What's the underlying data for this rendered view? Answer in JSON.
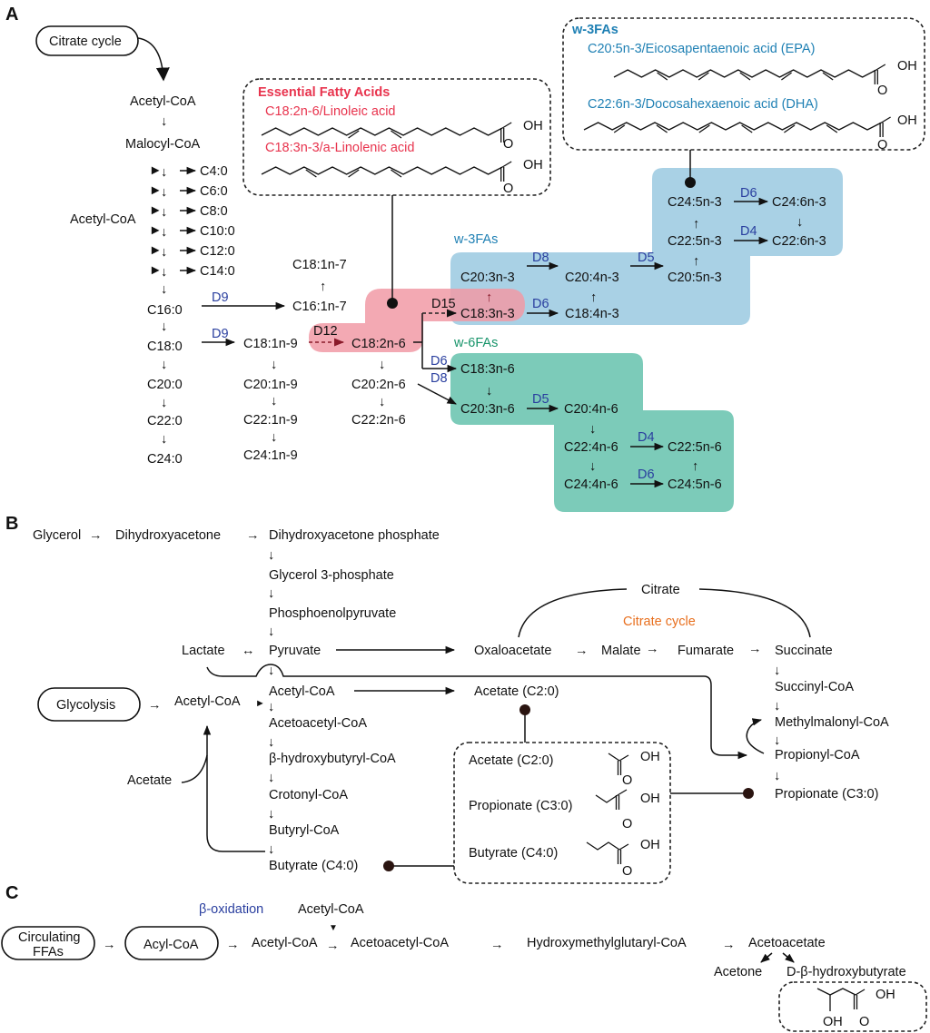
{
  "panels": {
    "a": "A",
    "b": "B",
    "c": "C"
  },
  "colors": {
    "enzyme": "#2a3f9f",
    "essential": "#e8344e",
    "omega3": "#1f80b4",
    "omega6": "#17946a",
    "citrate_cycle": "#e86f1e",
    "omega3_bg": "#a9d1e5",
    "omega6_bg": "#7ccbb9",
    "essential_bg": "#f19aa6"
  },
  "panel_a": {
    "citrate_cycle_box": "Citrate cycle",
    "acetyl_coa_top": "Acetyl-CoA",
    "malocyl_coa": "Malocyl-CoA",
    "acetyl_coa_side": "Acetyl-CoA",
    "short_chain": [
      "C4:0",
      "C6:0",
      "C8:0",
      "C10:0",
      "C12:0",
      "C14:0"
    ],
    "saturated": [
      "C16:0",
      "C18:0",
      "C20:0",
      "C22:0",
      "C24:0"
    ],
    "n7": [
      "C16:1n-7",
      "C18:1n-7"
    ],
    "n9": [
      "C18:1n-9",
      "C20:1n-9",
      "C22:1n-9",
      "C24:1n-9"
    ],
    "n6_side": [
      "C18:2n-6",
      "C20:2n-6",
      "C22:2n-6"
    ],
    "enzymes": {
      "d9_a": "D9",
      "d9_b": "D9",
      "d12": "D12",
      "d15": "D15",
      "d6_n6": "D6",
      "d8_n6": "D8",
      "d8_n3": "D8",
      "d5_n3": "D5",
      "d6_n3": "D6",
      "d6_c24": "D6",
      "d4_c22": "D4",
      "d5_n6": "D5",
      "d4_n6": "D4",
      "d6_n6b": "D6"
    },
    "essential_box": {
      "title": "Essential Fatty Acids",
      "la": "C18:2n-6/Linoleic acid",
      "ala": "C18:3n-3/a-Linolenic acid",
      "oh": "OH",
      "o": "O"
    },
    "omega3_box": {
      "title": "w-3FAs",
      "epa": "C20:5n-3/Eicosapentaenoic acid (EPA)",
      "dha": "C22:6n-3/Docosahexaenoic acid (DHA)",
      "oh": "OH",
      "o": "O"
    },
    "omega3_label": "w-3FAs",
    "omega6_label": "w-6FAs",
    "omega3": {
      "c18_3": "C18:3n-3",
      "c20_3": "C20:3n-3",
      "c18_4": "C18:4n-3",
      "c20_4": "C20:4n-3",
      "c20_5": "C20:5n-3",
      "c22_5": "C22:5n-3",
      "c24_5": "C24:5n-3",
      "c24_6": "C24:6n-3",
      "c22_6": "C22:6n-3"
    },
    "omega6": {
      "c18_3": "C18:3n-6",
      "c20_3": "C20:3n-6",
      "c20_4": "C20:4n-6",
      "c22_4": "C22:4n-6",
      "c22_5": "C22:5n-6",
      "c24_4": "C24:4n-6",
      "c24_5": "C24:5n-6"
    }
  },
  "panel_b": {
    "glycerol": "Glycerol",
    "dihydroxyacetone": "Dihydroxyacetone",
    "dhap": "Dihydroxyacetone phosphate",
    "g3p": "Glycerol 3-phosphate",
    "pep": "Phosphoenolpyruvate",
    "lactate": "Lactate",
    "pyruvate": "Pyruvate",
    "glycolysis_box": "Glycolysis",
    "acetyl_coa_left": "Acetyl-CoA",
    "acetyl_coa_main": "Acetyl-CoA",
    "acetoacetyl_coa": "Acetoacetyl-CoA",
    "bhb_coa": "β-hydroxybutyryl-CoA",
    "crotonyl_coa": "Crotonyl-CoA",
    "butyryl_coa": "Butyryl-CoA",
    "butyrate": "Butyrate (C4:0)",
    "acetate_side": "Acetate",
    "acetate_c2": "Acetate (C2:0)",
    "oxaloacetate": "Oxaloacetate",
    "malate": "Malate",
    "fumarate": "Fumarate",
    "succinate": "Succinate",
    "citrate": "Citrate",
    "citrate_cycle": "Citrate cycle",
    "succinyl_coa": "Succinyl-CoA",
    "methylmalonyl_coa": "Methylmalonyl-CoA",
    "propionyl_coa": "Propionyl-CoA",
    "propionate": "Propionate (C3:0)",
    "scfa_box": {
      "acetate": "Acetate (C2:0)",
      "propionate": "Propionate (C3:0)",
      "butyrate": "Butyrate (C4:0)",
      "oh": "OH",
      "o": "O"
    }
  },
  "panel_c": {
    "circulating_ffas_line1": "Circulating",
    "circulating_ffas_line2": "FFAs",
    "acyl_coa": "Acyl-CoA",
    "beta_oxidation": "β-oxidation",
    "acetyl_coa": "Acetyl-CoA",
    "acetyl_coa_top": "Acetyl-CoA",
    "acetoacetyl_coa": "Acetoacetyl-CoA",
    "hmg_coa": "Hydroxymethylglutaryl-CoA",
    "acetoacetate": "Acetoacetate",
    "acetone": "Acetone",
    "d_bhb": "D-β-hydroxybutyrate",
    "bhb_oh1": "OH",
    "bhb_oh2": "OH",
    "bhb_o": "O"
  }
}
